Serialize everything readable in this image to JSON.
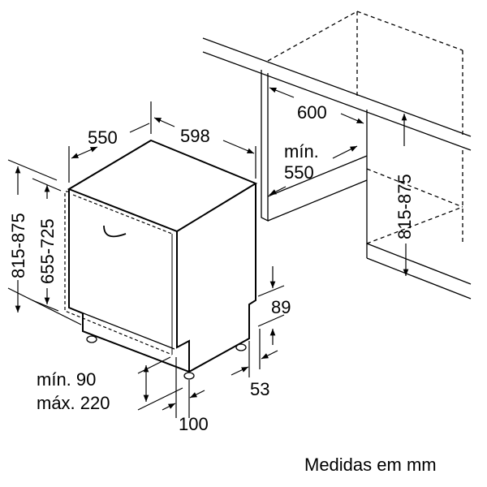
{
  "dimensions": {
    "depth": "550",
    "width": "598",
    "niche_width": "600",
    "niche_depth_label": "mín.",
    "niche_depth": "550",
    "niche_height": "815-875",
    "height": "815-875",
    "door_height": "655-725",
    "plinth_height": "89",
    "plinth_depth": "53",
    "plinth_min": "mín. 90",
    "plinth_max": "máx. 220",
    "foot_offset": "100"
  },
  "footer": {
    "units_note": "Medidas em mm"
  },
  "colors": {
    "line": "#000000",
    "background": "#ffffff"
  }
}
